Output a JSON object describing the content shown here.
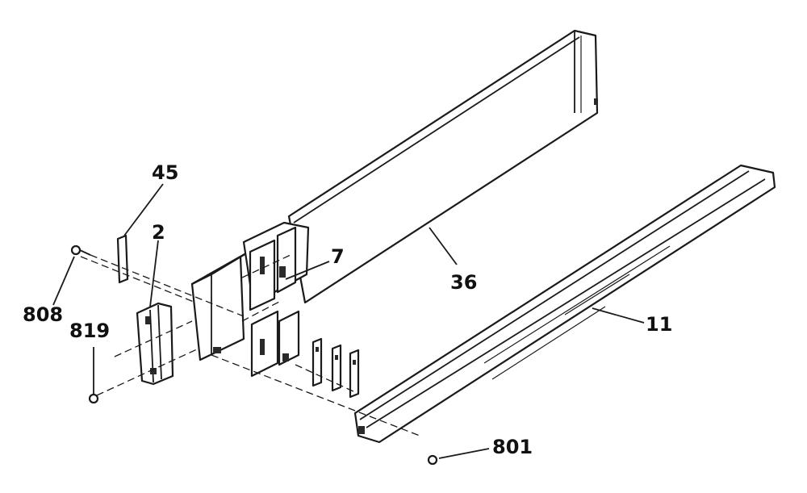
{
  "diagram": {
    "callouts": {
      "c45": "45",
      "c2": "2",
      "c808": "808",
      "c819": "819",
      "c7": "7",
      "c36": "36",
      "c11": "11",
      "c801": "801"
    },
    "colors": {
      "ink": "#1a1a1a",
      "paper": "#ffffff"
    }
  }
}
